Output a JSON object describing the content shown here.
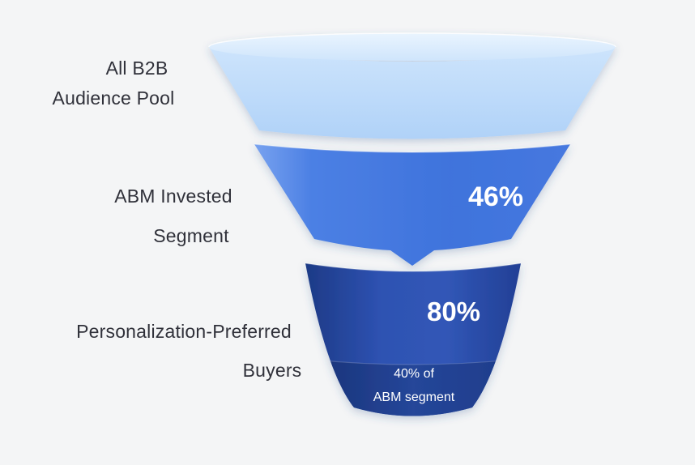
{
  "page": {
    "background": "#f4f5f6"
  },
  "funnel": {
    "stage1": {
      "label_line1": "All B2B",
      "label_line2": "Audience Pool",
      "color": "#bcd9fa"
    },
    "stage2": {
      "label_line1": "ABM Invested",
      "label_line2": "Segment",
      "value": "46%",
      "color": "#4377e0"
    },
    "stage3": {
      "label_line1": "Personalization-Preferred",
      "label_line2": "Buyers",
      "value": "80%",
      "sub_line1": "40% of",
      "sub_line2": "ABM segment",
      "color": "#2a4da8",
      "sub_zone_color": "#1f3d8c"
    }
  },
  "chart_data": {
    "type": "funnel",
    "title": "",
    "legend": "none",
    "stages": [
      {
        "label": "All B2B Audience Pool",
        "display_value": "",
        "value_pct": 100,
        "color": "#bcd9fa"
      },
      {
        "label": "ABM Invested Segment",
        "display_value": "46%",
        "value_pct": 46,
        "color": "#4377e0"
      },
      {
        "label": "Personalization-Preferred Buyers",
        "display_value": "80%",
        "value_pct": 80,
        "annotation": "40% of ABM segment",
        "color": "#2a4da8"
      }
    ]
  }
}
